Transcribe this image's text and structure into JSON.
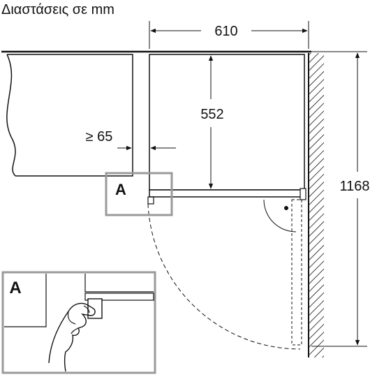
{
  "title": "Διαστάσεις σε mm",
  "dimensions": {
    "width": "610",
    "depth": "552",
    "height": "1168",
    "gap": "≥ 65"
  },
  "detail_label": "A",
  "inset_label": "A",
  "colors": {
    "line": "#111111",
    "detail_box": "#9a9a9a"
  }
}
